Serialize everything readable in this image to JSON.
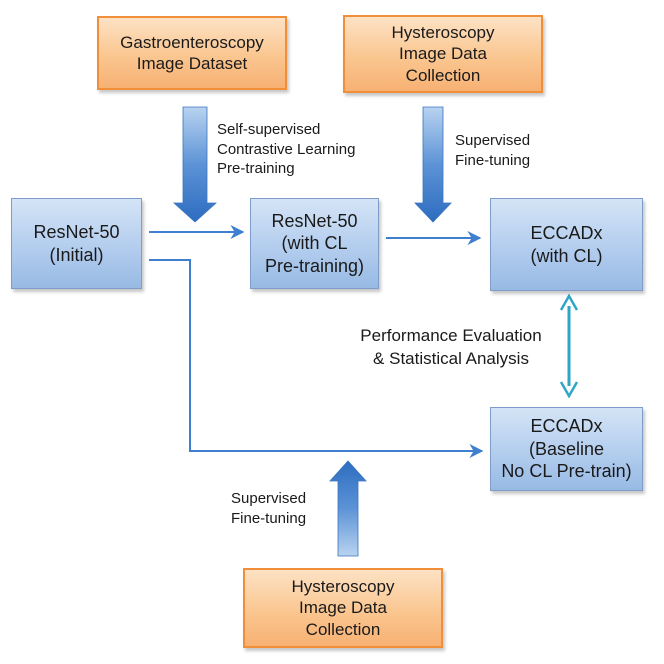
{
  "boxes": {
    "gastro_dataset": [
      "Gastroenteroscopy",
      "Image Dataset"
    ],
    "hystero_top": [
      "Hysteroscopy",
      "Image Data",
      "Collection"
    ],
    "hystero_bottom": [
      "Hysteroscopy",
      "Image Data",
      "Collection"
    ],
    "resnet_initial": [
      "ResNet-50",
      "(Initial)"
    ],
    "resnet_cl": [
      "ResNet-50",
      "(with CL",
      "Pre-training)"
    ],
    "eccadx_cl": [
      "ECCADx",
      "(with CL)"
    ],
    "eccadx_baseline": [
      "ECCADx",
      "(Baseline",
      "No CL Pre-train)"
    ]
  },
  "labels": {
    "self_supervised": [
      "Self-supervised",
      "Contrastive Learning",
      "Pre-training"
    ],
    "supervised_top": [
      "Supervised",
      "Fine-tuning"
    ],
    "supervised_bottom": [
      "Supervised",
      "Fine-tuning"
    ],
    "evaluation": [
      "Performance Evaluation",
      "& Statistical Analysis"
    ]
  },
  "colors": {
    "data_box_fill": "#fac690",
    "data_box_border": "#f08e3a",
    "model_box_fill": "#b3cdee",
    "model_box_border": "#7e9ec9",
    "arrow": "#3f7fd0",
    "eval_arrow": "#2fa6c6"
  }
}
